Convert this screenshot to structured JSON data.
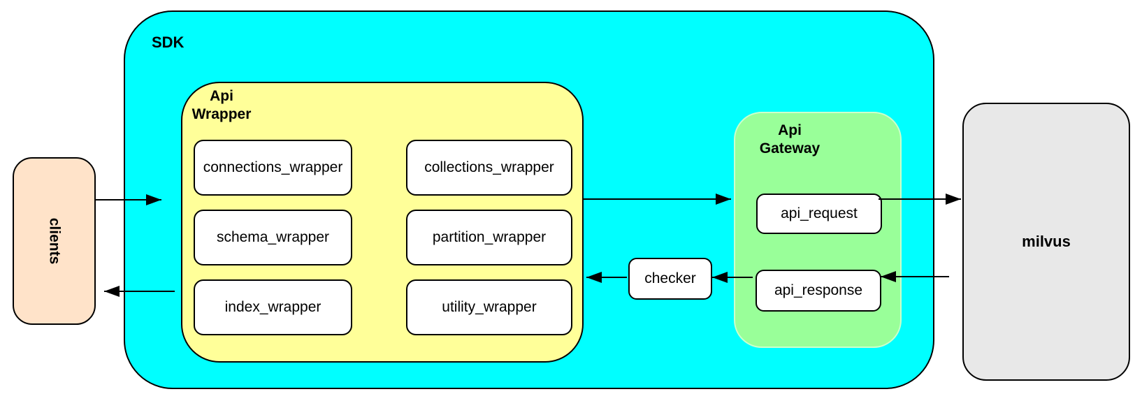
{
  "diagram": {
    "clients": {
      "label": "clients"
    },
    "sdk": {
      "label": "SDK",
      "api_wrapper": {
        "label": "Api Wrapper",
        "modules": [
          "connections_wrapper",
          "collections_wrapper",
          "schema_wrapper",
          "partition_wrapper",
          "index_wrapper",
          "utility_wrapper"
        ]
      },
      "checker": {
        "label": "checker"
      },
      "api_gateway": {
        "label": "Api Gateway",
        "nodes": [
          "api_request",
          "api_response"
        ]
      }
    },
    "milvus": {
      "label": "milvus"
    }
  },
  "colors": {
    "canvas_bg": "#ffffff",
    "sdk": "#00ffff",
    "api_wrapper": "#ffff99",
    "api_gateway": "#99ff99",
    "gateway_border": "#ccffcc",
    "clients": "#ffe3c9",
    "milvus": "#e8e8e8",
    "node": "#ffffff",
    "border": "#000000",
    "arrow": "#000000",
    "text": "#000000"
  }
}
